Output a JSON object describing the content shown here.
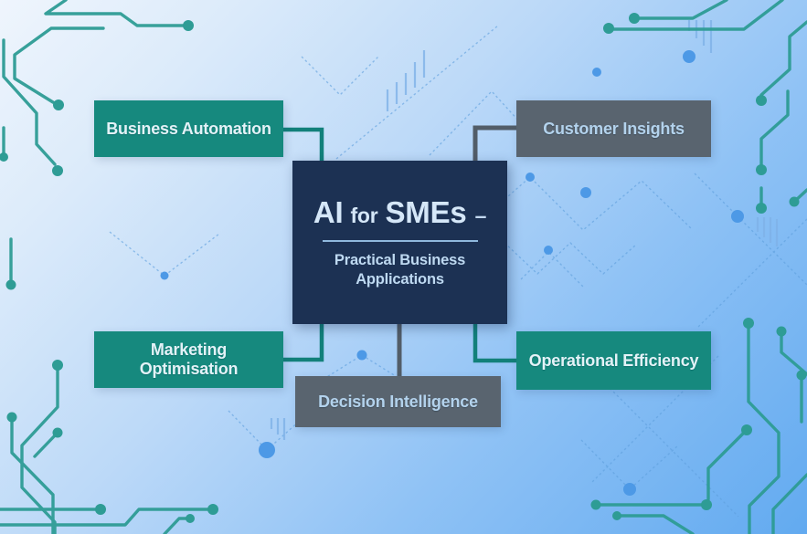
{
  "diagram": {
    "center": {
      "title_ai": "AI",
      "title_for": "for",
      "title_smes": "SMEs",
      "title_dash": "–",
      "subtitle": "Practical Business Applications"
    },
    "nodes": [
      {
        "id": "business-automation",
        "label": "Business Automation",
        "style": "teal",
        "position": "top-left"
      },
      {
        "id": "customer-insights",
        "label": "Customer Insights",
        "style": "gray",
        "position": "top-right"
      },
      {
        "id": "marketing-optimisation",
        "label": "Marketing Optimisation",
        "style": "teal",
        "position": "bottom-left"
      },
      {
        "id": "operational-efficiency",
        "label": "Operational Efficiency",
        "style": "teal",
        "position": "bottom-right"
      },
      {
        "id": "decision-intelligence",
        "label": "Decision Intelligence",
        "style": "gray",
        "position": "bottom-center"
      }
    ],
    "colors": {
      "teal_node": "#16897E",
      "gray_node": "#59646F",
      "center_node": "#1C3153",
      "teal_connector": "#12807A",
      "gray_connector": "#525D68",
      "circuit_teal": "#2E9C95",
      "accent_blue": "#4D99E6",
      "background_top": "#EFF5FD",
      "background_bottom": "#62AAF0"
    }
  }
}
